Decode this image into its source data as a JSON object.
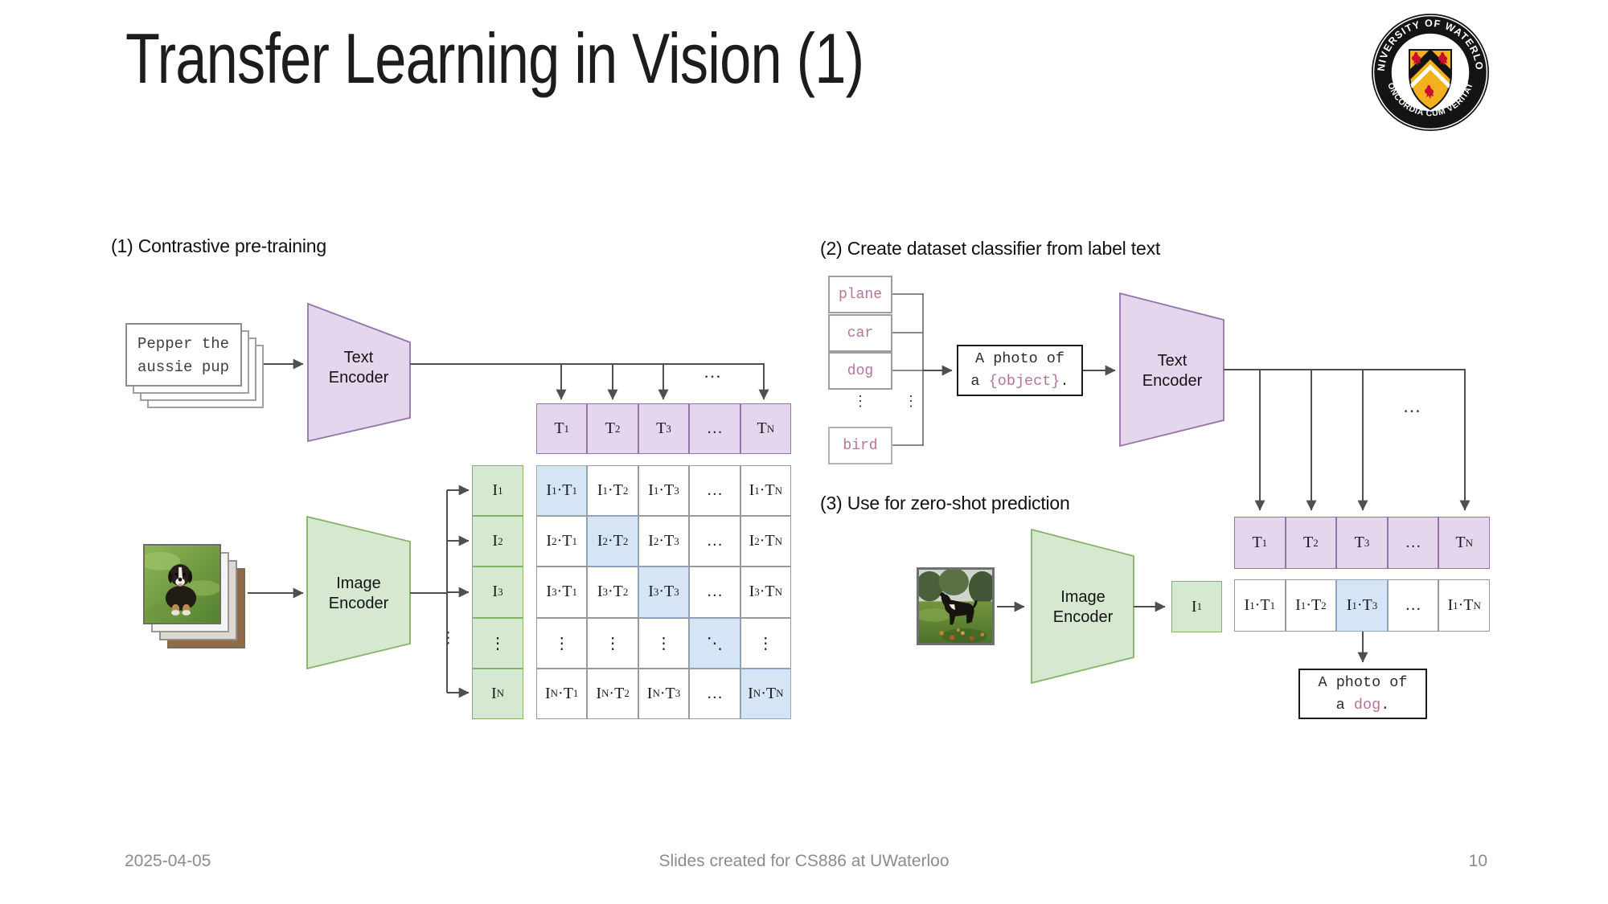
{
  "title": "Transfer Learning in Vision (1)",
  "footer": {
    "date": "2025-04-05",
    "center": "Slides created for CS886 at UWaterloo",
    "page": "10"
  },
  "logo": {
    "arc_top": "UNIVERSITY OF WATERLOO",
    "arc_bottom": "CONCORDIA CUM VERITATE"
  },
  "colors": {
    "purple_fill": "#e4d6ec",
    "purple_stroke": "#9673a6",
    "green_fill": "#d7e8d0",
    "green_stroke": "#82b366",
    "blue_highlight_fill": "#d6e5f5",
    "blue_highlight_stroke": "#8ea9cc",
    "cell_border": "#999999",
    "connector": "#595959",
    "pink_label": "#b5739d",
    "logo_gold": "#f2b01e",
    "logo_red": "#c8102e"
  },
  "panel1": {
    "heading": "(1) Contrastive pre-training",
    "text_stack": {
      "line1": "Pepper the",
      "line2": "aussie pup"
    },
    "text_encoder": "Text Encoder",
    "image_encoder": "Image Encoder",
    "ellipsis": "…",
    "branch_dots": "⋮",
    "t_row": [
      "T_1",
      "T_2",
      "T_3",
      "…",
      "T_N"
    ],
    "i_col": [
      "I_1",
      "I_2",
      "I_3",
      "⋮",
      "I_N"
    ],
    "matrix": [
      [
        "I_1·T_1",
        "I_1·T_2",
        "I_1·T_3",
        "…",
        "I_1·T_N"
      ],
      [
        "I_2·T_1",
        "I_2·T_2",
        "I_2·T_3",
        "…",
        "I_2·T_N"
      ],
      [
        "I_3·T_1",
        "I_3·T_2",
        "I_3·T_3",
        "…",
        "I_3·T_N"
      ],
      [
        "⋮",
        "⋮",
        "⋮",
        "⋱",
        "⋮"
      ],
      [
        "I_N·T_1",
        "I_N·T_2",
        "I_N·T_3",
        "…",
        "I_N·T_N"
      ]
    ]
  },
  "panel2": {
    "heading": "(2) Create dataset classifier from label text",
    "labels": [
      "plane",
      "car",
      "dog",
      "bird"
    ],
    "label_dots": "⋮",
    "prompt": {
      "line1": "A photo of",
      "pre": "a ",
      "object": "{object}",
      "post": "."
    },
    "text_encoder": "Text Encoder",
    "ellipsis": "…",
    "t_row": [
      "T_1",
      "T_2",
      "T_3",
      "…",
      "T_N"
    ]
  },
  "panel3": {
    "heading": "(3) Use for zero-shot prediction",
    "image_encoder": "Image Encoder",
    "i_label": "I_1",
    "score_row": [
      "I_1·T_1",
      "I_1·T_2",
      "I_1·T_3",
      "…",
      "I_1·T_N"
    ],
    "result": {
      "line1": "A photo of",
      "pre": "a ",
      "object": "dog",
      "post": "."
    }
  }
}
